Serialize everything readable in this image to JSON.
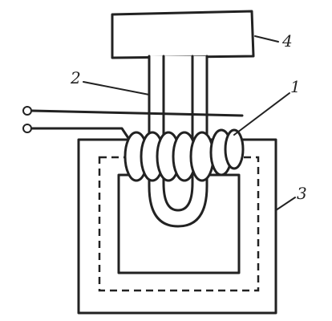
{
  "figure": {
    "labels": {
      "coil": "1",
      "magnetron_tube": "2",
      "magnetic_core": "3",
      "mounting_block": "4"
    },
    "colors": {
      "ink": "#222222",
      "paper": "#ffffff"
    }
  }
}
